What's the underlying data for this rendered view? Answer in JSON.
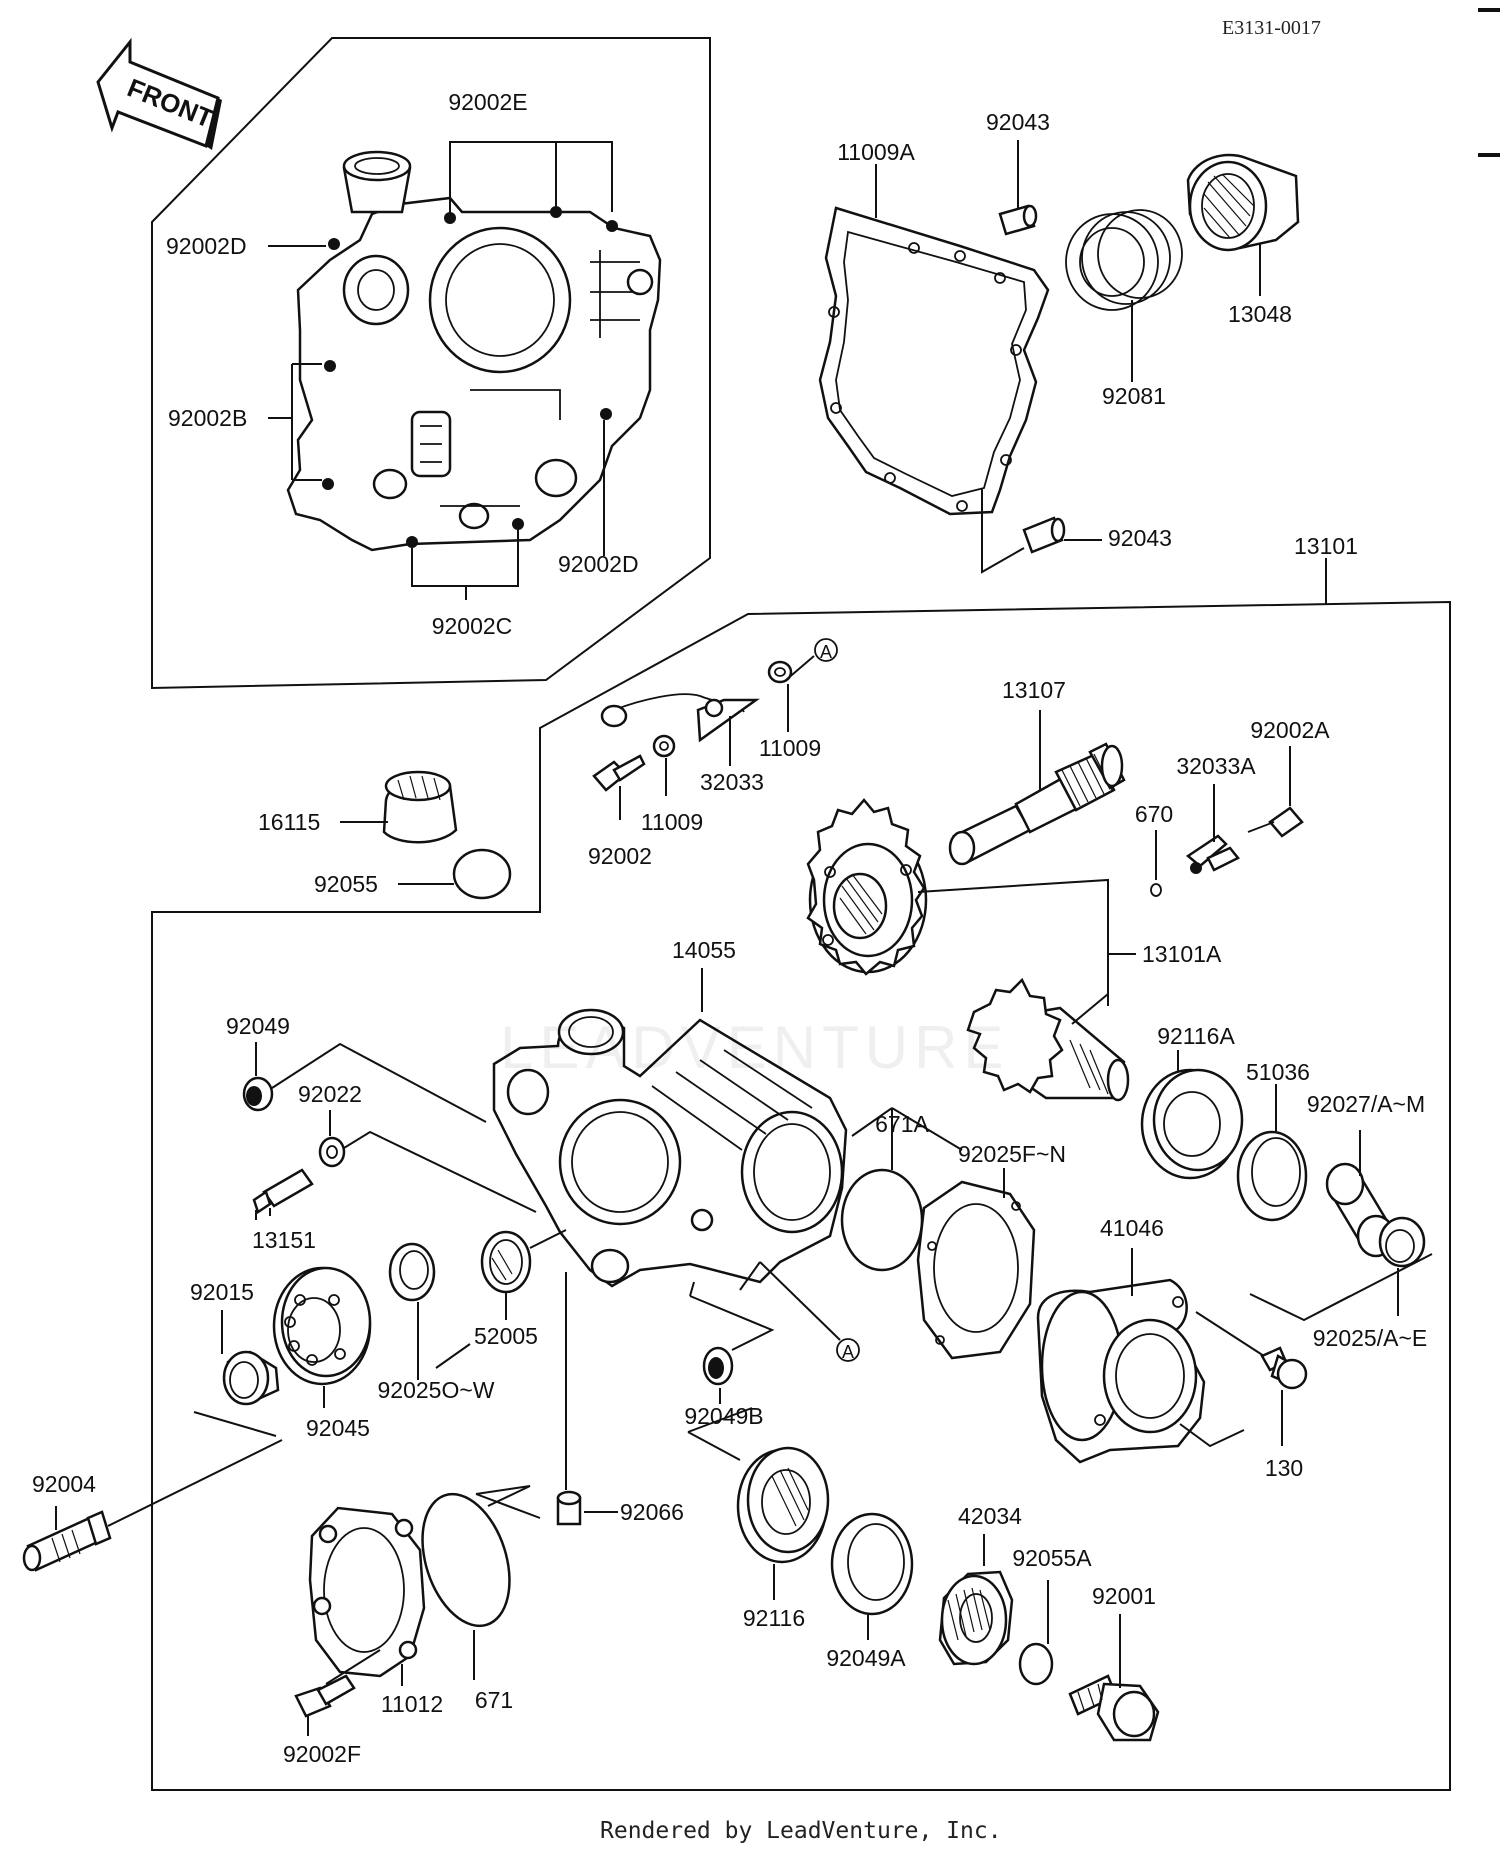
{
  "diagram_code": "E3131-0017",
  "front_arrow_label": "FRONT",
  "watermark": "LEADVENTURE",
  "footer": "Rendered by LeadVenture, Inc.",
  "labels": {
    "l92002E": "92002E",
    "l92002D_top": "92002D",
    "l92002B": "92002B",
    "l92002D_right": "92002D",
    "l92002C": "92002C",
    "l11009A": "11009A",
    "l92043_top": "92043",
    "l13048": "13048",
    "l92081": "92081",
    "l92043_bottom": "92043",
    "l13101": "13101",
    "lA_top": "A",
    "l11009_a": "11009",
    "l32033": "32033",
    "l11009_b": "11009",
    "l92002": "92002",
    "l13107": "13107",
    "l92002A": "92002A",
    "l32033A": "32033A",
    "l670": "670",
    "l16115": "16115",
    "l92055": "92055",
    "l14055": "14055",
    "l13101A": "13101A",
    "l92049": "92049",
    "l92022": "92022",
    "l92116A": "92116A",
    "l51036": "51036",
    "l92027": "92027/A~M",
    "l671A": "671A",
    "l92025FN": "92025F~N",
    "l13151": "13151",
    "l41046": "41046",
    "l92015": "92015",
    "l52005": "52005",
    "l92025OW": "92025O~W",
    "l92045": "92045",
    "lA_bottom": "A",
    "l92025AE": "92025/A~E",
    "l92049B": "92049B",
    "l130": "130",
    "l92004": "92004",
    "l92066": "92066",
    "l42034": "42034",
    "l92055A": "92055A",
    "l92001": "92001",
    "l92116": "92116",
    "l92049A": "92049A",
    "l671": "671",
    "l11012": "11012",
    "l92002F": "92002F"
  }
}
